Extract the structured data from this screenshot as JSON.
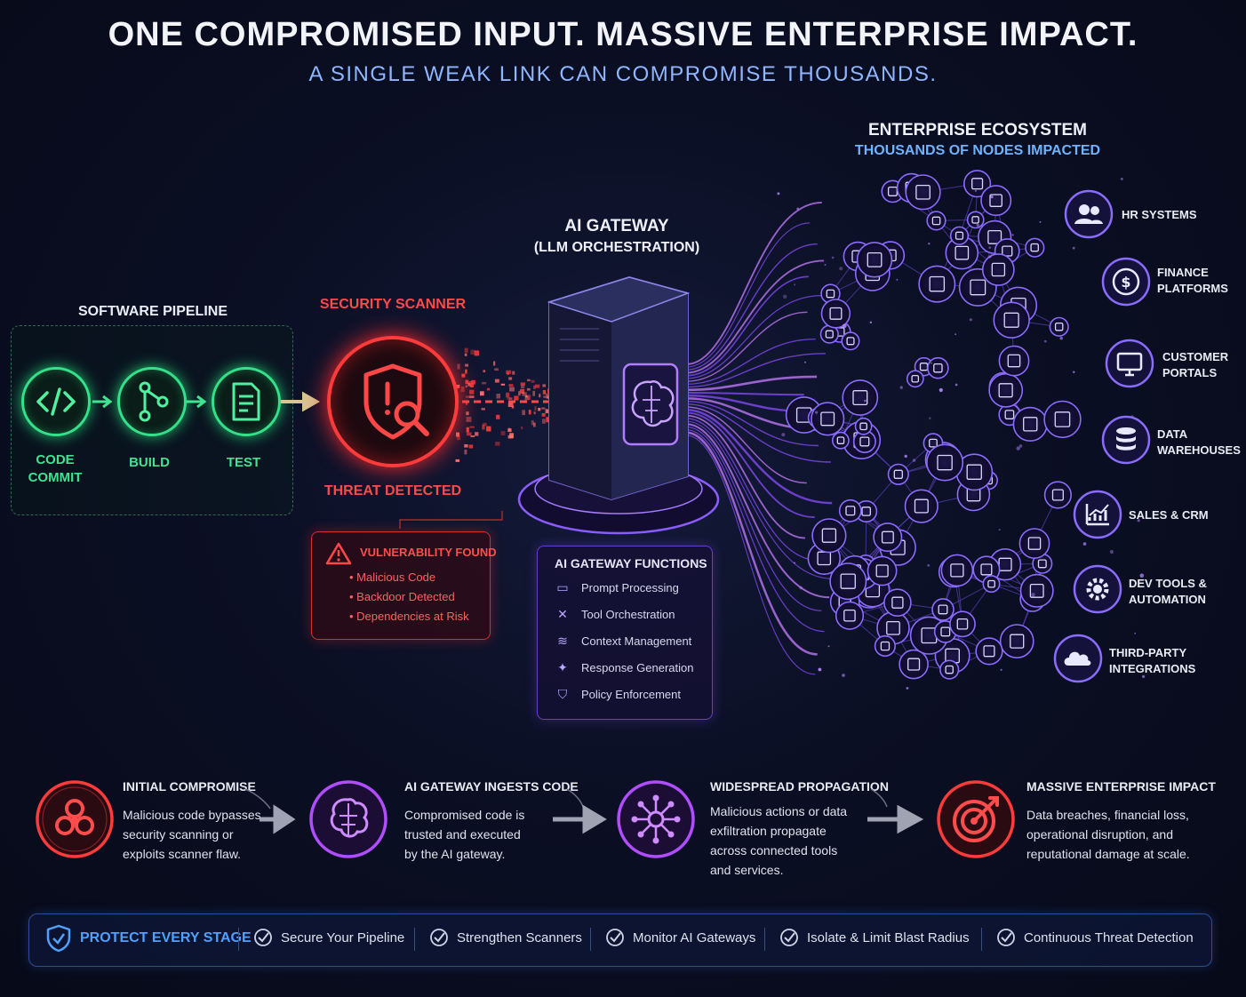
{
  "header": {
    "title": "ONE COMPROMISED INPUT.  MASSIVE ENTERPRISE IMPACT.",
    "subtitle": "A SINGLE WEAK LINK CAN COMPROMISE THOUSANDS."
  },
  "pipeline": {
    "title": "SOFTWARE PIPELINE",
    "stages": [
      {
        "label_line1": "CODE",
        "label_line2": "COMMIT",
        "icon": "code-icon"
      },
      {
        "label_line1": "BUILD",
        "label_line2": "",
        "icon": "branch-icon"
      },
      {
        "label_line1": "TEST",
        "label_line2": "",
        "icon": "checklist-icon"
      }
    ],
    "color": "#35e08a"
  },
  "scanner": {
    "title": "SECURITY SCANNER",
    "status": "THREAT DETECTED",
    "icon": "shield-search-icon",
    "color": "#ff3b3b",
    "vulnerability": {
      "title": "VULNERABILITY FOUND",
      "items": [
        "Malicious Code",
        "Backdoor Detected",
        "Dependencies at Risk"
      ]
    }
  },
  "gateway": {
    "title": "AI GATEWAY",
    "subtitle": "(LLM ORCHESTRATION)",
    "icon": "brain-icon",
    "functions_title": "AI GATEWAY FUNCTIONS",
    "functions": [
      {
        "label": "Prompt Processing",
        "icon": "chat-icon"
      },
      {
        "label": "Tool Orchestration",
        "icon": "tools-icon"
      },
      {
        "label": "Context Management",
        "icon": "database-icon"
      },
      {
        "label": "Response Generation",
        "icon": "sparkle-icon"
      },
      {
        "label": "Policy Enforcement",
        "icon": "shield-check-icon"
      }
    ]
  },
  "ecosystem": {
    "title": "ENTERPRISE ECOSYSTEM",
    "subtitle": "THOUSANDS OF NODES IMPACTED",
    "systems": [
      {
        "line1": "HR SYSTEMS",
        "line2": "",
        "icon": "users-icon"
      },
      {
        "line1": "FINANCE",
        "line2": "PLATFORMS",
        "icon": "dollar-icon"
      },
      {
        "line1": "CUSTOMER",
        "line2": "PORTALS",
        "icon": "monitor-icon"
      },
      {
        "line1": "DATA",
        "line2": "WAREHOUSES",
        "icon": "database-icon"
      },
      {
        "line1": "SALES & CRM",
        "line2": "",
        "icon": "chart-icon"
      },
      {
        "line1": "DEV TOOLS &",
        "line2": "AUTOMATION",
        "icon": "gear-icon"
      },
      {
        "line1": "THIRD-PARTY",
        "line2": "INTEGRATIONS",
        "icon": "cloud-icon"
      }
    ]
  },
  "steps": [
    {
      "title": "INITIAL COMPROMISE",
      "lines": [
        "Malicious code bypasses",
        "security scanning or",
        "exploits scanner flaw."
      ],
      "color": "#ff3b3b",
      "icon": "biohazard-icon"
    },
    {
      "title": "AI GATEWAY INGESTS CODE",
      "lines": [
        "Compromised code is",
        "trusted and executed",
        "by the AI gateway."
      ],
      "color": "#b04dff",
      "icon": "brain-icon"
    },
    {
      "title": "WIDESPREAD PROPAGATION",
      "lines": [
        "Malicious actions or data",
        "exfiltration propagate",
        "across connected tools",
        "and services."
      ],
      "color": "#b04dff",
      "icon": "network-icon"
    },
    {
      "title": "MASSIVE ENTERPRISE IMPACT",
      "lines": [
        "Data breaches, financial loss,",
        "operational disruption, and",
        "reputational damage at scale."
      ],
      "color": "#ff3b3b",
      "icon": "target-icon"
    }
  ],
  "protect": {
    "label": "PROTECT EVERY STAGE",
    "items": [
      "Secure Your Pipeline",
      "Strengthen Scanners",
      "Monitor AI Gateways",
      "Isolate & Limit Blast Radius",
      "Continuous Threat Detection"
    ]
  }
}
